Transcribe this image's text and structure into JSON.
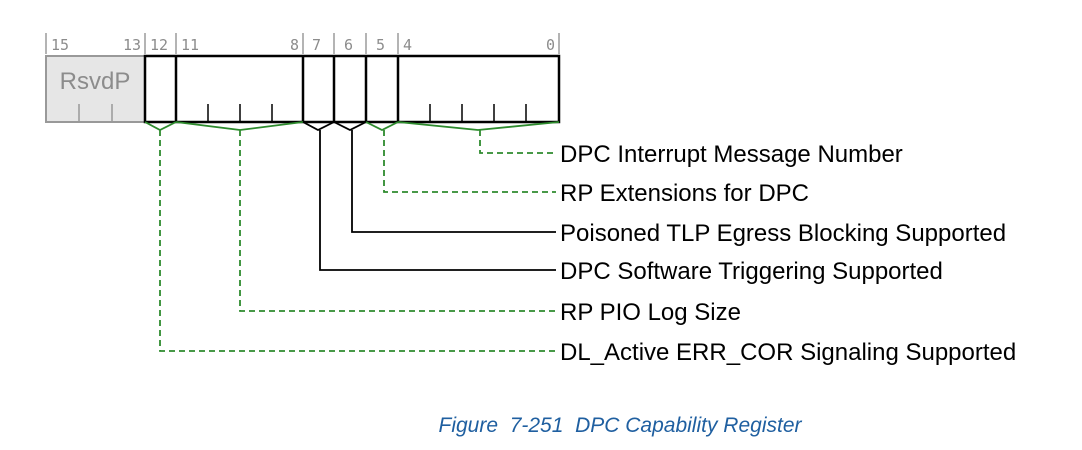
{
  "register": {
    "bit_numbers": [
      "15",
      "13",
      "12",
      "11",
      "8",
      "7",
      "6",
      "5",
      "4",
      "0"
    ],
    "reserved_field": "RsvdP",
    "fields": [
      {
        "name": "DPC Interrupt Message Number",
        "bits": "4:0",
        "line": "dashed",
        "color": "#2e8b2e"
      },
      {
        "name": "RP Extensions for DPC",
        "bits": "5",
        "line": "dashed",
        "color": "#2e8b2e"
      },
      {
        "name": "Poisoned TLP Egress Blocking Supported",
        "bits": "6",
        "line": "solid",
        "color": "#000000"
      },
      {
        "name": "DPC Software Triggering Supported",
        "bits": "7",
        "line": "solid",
        "color": "#000000"
      },
      {
        "name": "RP PIO Log Size",
        "bits": "11:8",
        "line": "dashed",
        "color": "#2e8b2e"
      },
      {
        "name": "DL_Active ERR_COR Signaling Supported",
        "bits": "12",
        "line": "dashed",
        "color": "#2e8b2e"
      }
    ]
  },
  "caption": "Figure  7-251  DPC Capability Register",
  "colors": {
    "reserved_fill": "#e6e6e6",
    "reserved_stroke": "#999999",
    "green": "#2e8b2e",
    "caption": "#1f5fa0"
  }
}
